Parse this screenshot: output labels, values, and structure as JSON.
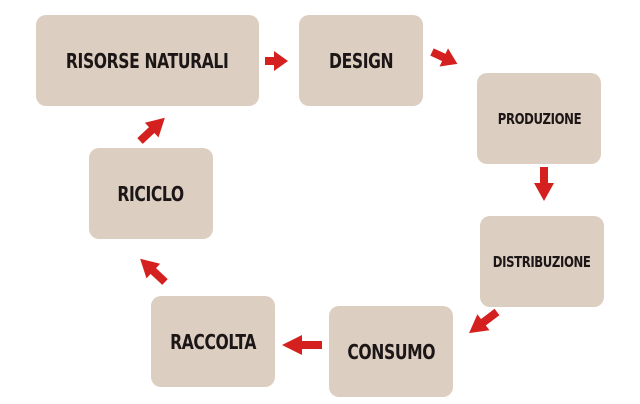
{
  "diagram": {
    "nodes": [
      {
        "id": "risorse",
        "label": "RISORSE NATURALI"
      },
      {
        "id": "design",
        "label": "DESIGN"
      },
      {
        "id": "produz",
        "label": "PRODUZIONE"
      },
      {
        "id": "distrib",
        "label": "DISTRIBUZIONE"
      },
      {
        "id": "consumo",
        "label": "CONSUMO"
      },
      {
        "id": "raccolta",
        "label": "RACCOLTA"
      },
      {
        "id": "riciclo",
        "label": "RICICLO"
      }
    ],
    "edges": [
      {
        "from": "risorse",
        "to": "design"
      },
      {
        "from": "design",
        "to": "produz"
      },
      {
        "from": "produz",
        "to": "distrib"
      },
      {
        "from": "distrib",
        "to": "consumo"
      },
      {
        "from": "consumo",
        "to": "raccolta"
      },
      {
        "from": "raccolta",
        "to": "riciclo"
      },
      {
        "from": "riciclo",
        "to": "risorse"
      }
    ],
    "colors": {
      "box_fill": "#dccec1",
      "text": "#1c1616",
      "arrow": "#d4211f"
    }
  }
}
